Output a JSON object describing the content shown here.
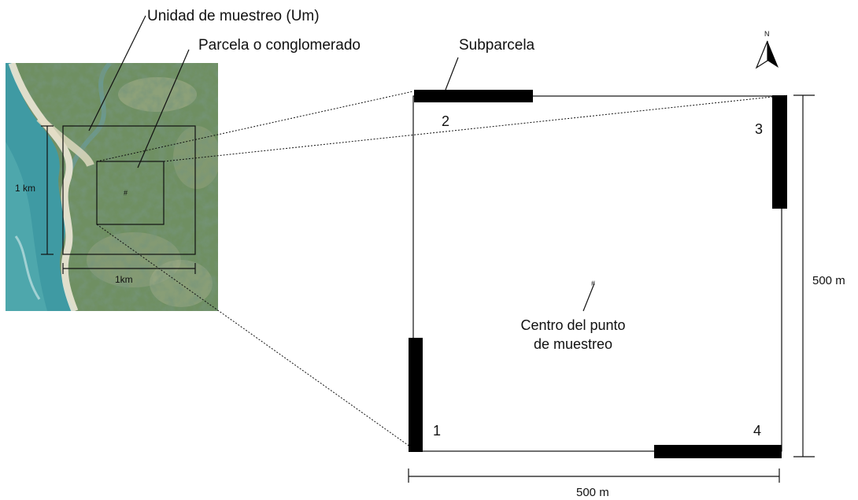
{
  "labels": {
    "sampling_unit": "Unidad de muestreo (Um)",
    "plot": "Parcela o conglomerado",
    "subplot": "Subparcela",
    "north": "N",
    "side_km": "1 km",
    "bottom_km": "1km",
    "center_mark": "#",
    "center_text_line1": "Centro del punto",
    "center_text_line2": "de muestreo",
    "dim_bottom": "500 m",
    "dim_right": "500 m"
  },
  "subplots": [
    "1",
    "2",
    "3",
    "4"
  ],
  "colors": {
    "sea": "#3f9aa3",
    "forest": "#5f7f55",
    "beach": "#e9e4d2",
    "line": "#111111",
    "subplot_bar": "#000000"
  }
}
